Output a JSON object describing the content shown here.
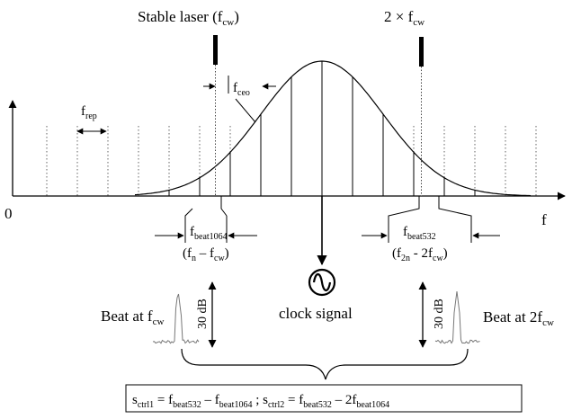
{
  "labels": {
    "stable_laser": "Stable laser (f",
    "stable_laser_sub": "cw",
    "stable_laser_close": ")",
    "double_main": "2 × f",
    "double_sub": "cw",
    "zero": "0",
    "f_axis": "f",
    "frep": "f",
    "frep_sub": "rep",
    "fceo": "f",
    "fceo_sub": "ceo",
    "fbeat1064": "f",
    "fbeat1064_sub": "beat1064",
    "fbeat1064_expr_a": "(f",
    "fbeat1064_expr_a_sub": "n",
    "fbeat1064_expr_b": " – f",
    "fbeat1064_expr_b_sub": "cw",
    "fbeat1064_expr_c": ")",
    "fbeat532": "f",
    "fbeat532_sub": "beat532",
    "fbeat532_expr_a": "(f",
    "fbeat532_expr_a_sub": "2n",
    "fbeat532_expr_b": " - 2f",
    "fbeat532_expr_b_sub": "cw",
    "fbeat532_expr_c": ")",
    "clock_signal": "clock signal",
    "beat_left": "Beat at f",
    "beat_left_sub": "cw",
    "beat_right": "Beat at 2f",
    "beat_right_sub": "cw",
    "db_left": "30 dB",
    "db_right": "30 dB"
  },
  "formula": {
    "s1": "s",
    "s1_sub": "ctrl1",
    "eq1": " = f",
    "eq1_sub_a": "beat532",
    "minus1": " – f",
    "eq1_sub_b": "beat1064",
    "sep": " ;  s",
    "s2_sub": "ctrl2",
    "eq2": " = f",
    "eq2_sub_a": "beat532",
    "minus2": " – 2f",
    "eq2_sub_b": "beat1064"
  },
  "colors": {
    "line": "#000000",
    "dotted": "#555555",
    "spectrum": "#777777"
  }
}
